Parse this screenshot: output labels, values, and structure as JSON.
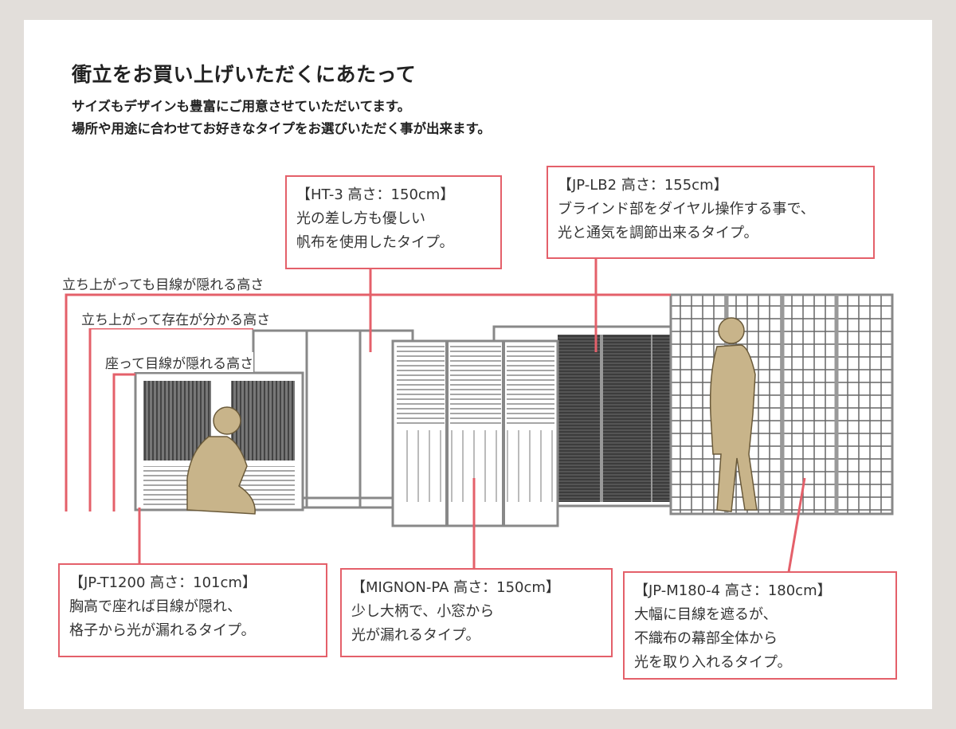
{
  "header": {
    "title": "衝立をお買い上げいただくにあたって",
    "lines": [
      "サイズもデザインも豊富にご用意させていただいてます。",
      "場所や用途に合わせてお好きなタイプをお選びいただく事が出来ます。"
    ]
  },
  "height_labels": [
    "立ち上がっても目線が隠れる高さ",
    "立ち上がって存在が分かる高さ",
    "座って目線が隠れる高さ"
  ],
  "products": [
    {
      "heading": "【HT-3  高さ：150cm】",
      "lines": [
        "光の差し方も優しい",
        "帆布を使用したタイプ。"
      ]
    },
    {
      "heading": "【JP-LB2  高さ：155cm】",
      "lines": [
        "ブラインド部をダイヤル操作する事で、",
        "光と通気を調節出来るタイプ。"
      ]
    },
    {
      "heading": "【JP-T1200  高さ：101cm】",
      "lines": [
        "胸高で座れば目線が隠れ、",
        "格子から光が漏れるタイプ。"
      ]
    },
    {
      "heading": "【MIGNON-PA  高さ：150cm】",
      "lines": [
        "少し大柄で、小窓から",
        "光が漏れるタイプ。"
      ]
    },
    {
      "heading": "【JP-M180-4  高さ：180cm】",
      "lines": [
        "大幅に目線を遮るが、",
        "不織布の幕部全体から",
        "光を取り入れるタイプ。"
      ]
    }
  ],
  "colors": {
    "accent": "#e4606a",
    "background": "#e2deda",
    "figure": "#c8b48a"
  }
}
